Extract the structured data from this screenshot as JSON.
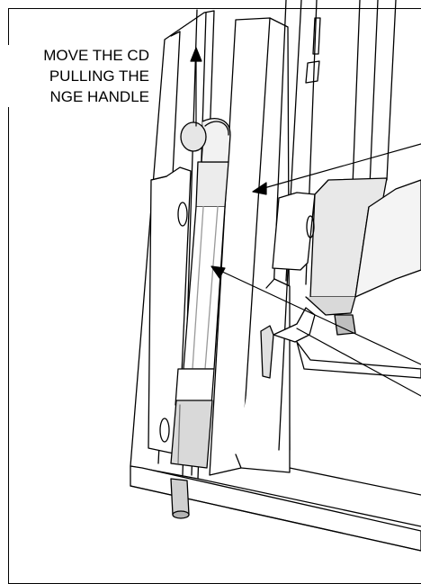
{
  "figure": {
    "caption_lines": [
      "MOVE THE CD",
      "PULLING THE",
      "NGE HANDLE"
    ],
    "colors": {
      "line": "#000000",
      "background": "#ffffff",
      "shade_light": "#f0f0f0",
      "shade_mid": "#d9d9d9",
      "shade_dark": "#b3b3b3"
    }
  }
}
